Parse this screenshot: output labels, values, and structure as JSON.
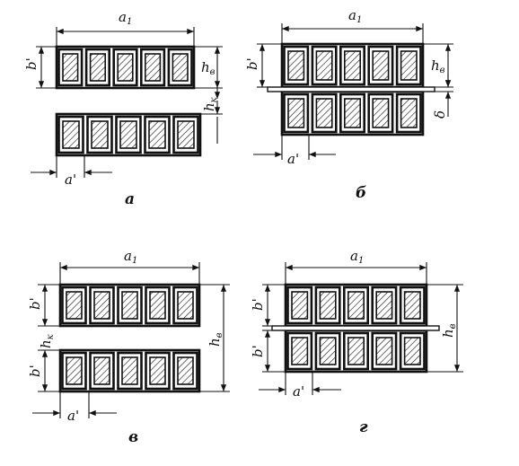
{
  "labels": {
    "a1": "a",
    "a1_sub": "1",
    "b_prime": "b'",
    "a_prime": "a'",
    "h_v": "h",
    "h_v_sub": "в",
    "h_k": "h",
    "h_k_sub": "к",
    "delta": "δ"
  },
  "captions": {
    "a": "а",
    "b": "б",
    "v": "в",
    "g": "г"
  },
  "conductors_per_row": 5
}
